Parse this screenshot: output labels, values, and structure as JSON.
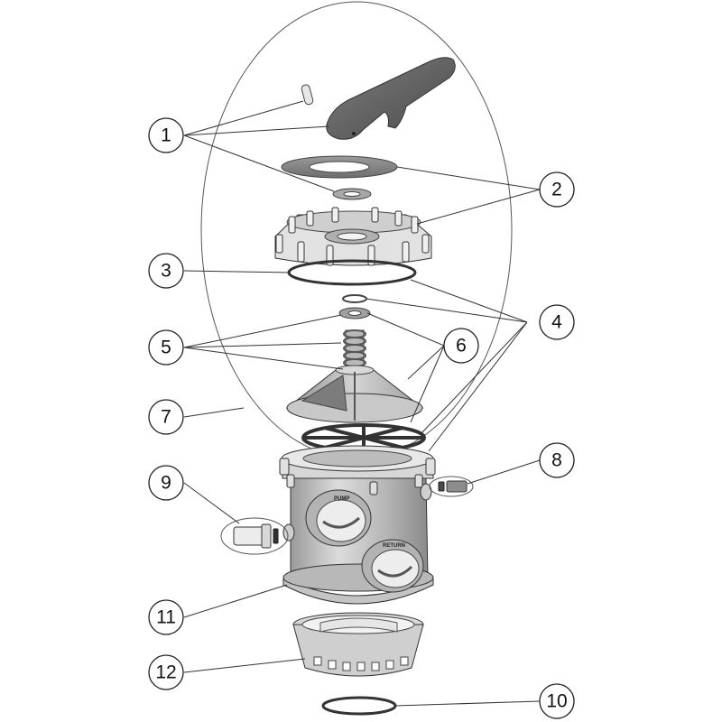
{
  "diagram": {
    "port_labels": {
      "pump": "PUMP",
      "return": "RETURN"
    },
    "callouts": [
      {
        "id": "c1",
        "label": "1"
      },
      {
        "id": "c2",
        "label": "2"
      },
      {
        "id": "c3",
        "label": "3"
      },
      {
        "id": "c4",
        "label": "4"
      },
      {
        "id": "c5",
        "label": "5"
      },
      {
        "id": "c6",
        "label": "6"
      },
      {
        "id": "c7",
        "label": "7"
      },
      {
        "id": "c8",
        "label": "8"
      },
      {
        "id": "c9",
        "label": "9"
      },
      {
        "id": "c10",
        "label": "10"
      },
      {
        "id": "c11",
        "label": "11"
      },
      {
        "id": "c12",
        "label": "12"
      }
    ]
  }
}
